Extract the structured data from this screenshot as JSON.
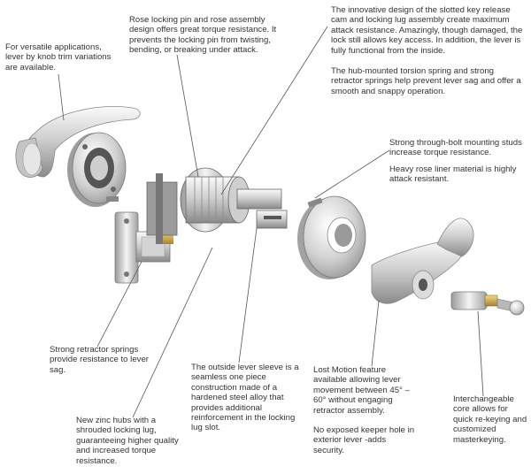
{
  "callouts": {
    "versatile": "For versatile applications, lever by knob trim variations are available.",
    "rose_pin": "Rose locking pin and rose assembly design offers great torque resistance. It prevents the locking pin from twisting, bending, or breaking under attack.",
    "slotted_cam": "The innovative design of the slotted key release cam and locking lug assembly create maximum attack resistance. Amazingly, though damaged, the lock still allows key access. In addition, the lever is fully functional from the inside.",
    "torsion_spring": "The hub-mounted torsion spring and strong retractor springs help prevent lever sag and offer a smooth and snappy operation.",
    "through_bolt": "Strong through-bolt mounting studs increase torque resistance.",
    "rose_liner": "Heavy rose liner material is highly attack resistant.",
    "retractor_springs": "Strong retractor springs provide resistance to lever sag.",
    "outside_sleeve": "The outside lever sleeve is a seamless one piece construction made of a hardened steel alloy that provides additional reinforcement in the locking lug slot.",
    "zinc_hubs": "New zinc hubs with a shrouded locking lug, guaranteeing higher quality and increased torque resistance.",
    "lost_motion": "Lost Motion feature available allowing lever movement between 45° – 60° without engaging retractor assembly.",
    "keeper_hole": "No exposed  keeper hole in exterior lever -adds security.",
    "interchangeable_core": "Interchangeable core allows for quick re-keying and customized masterkeying."
  },
  "colors": {
    "metal_light": "#eeeeee",
    "metal_mid": "#bdbdbd",
    "metal_dark": "#7a7a7a",
    "brass": "#c8a24a",
    "pointer": "#555555"
  }
}
